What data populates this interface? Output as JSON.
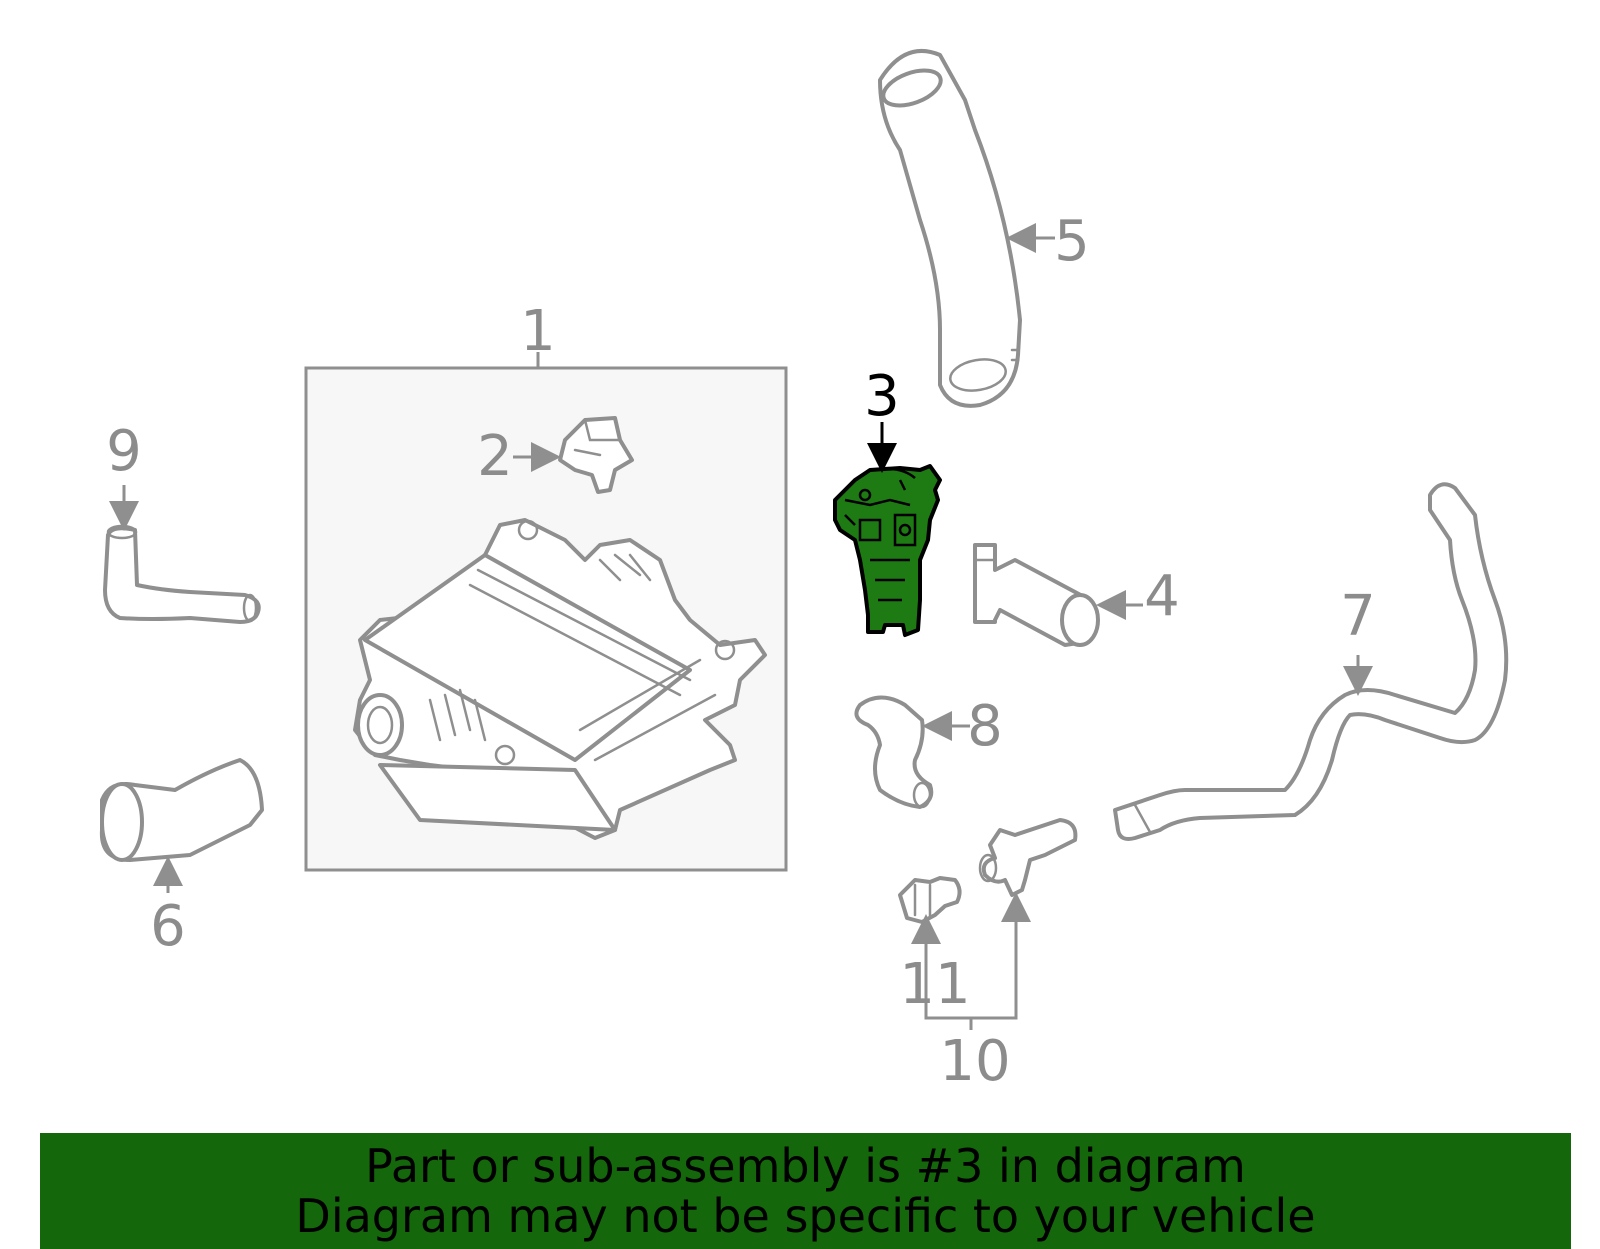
{
  "callouts": {
    "c1": "1",
    "c2": "2",
    "c3": "3",
    "c4": "4",
    "c5": "5",
    "c6": "6",
    "c7": "7",
    "c8": "8",
    "c9": "9",
    "c10": "10",
    "c11": "11"
  },
  "highlighted_part": "3",
  "colors": {
    "highlight": "#1e7a12",
    "banner": "#14670a",
    "outline": "#8f8f8f"
  },
  "banner": {
    "line1": "Part or sub-assembly is #3 in diagram",
    "line2": "Diagram may not be specific to your vehicle"
  }
}
